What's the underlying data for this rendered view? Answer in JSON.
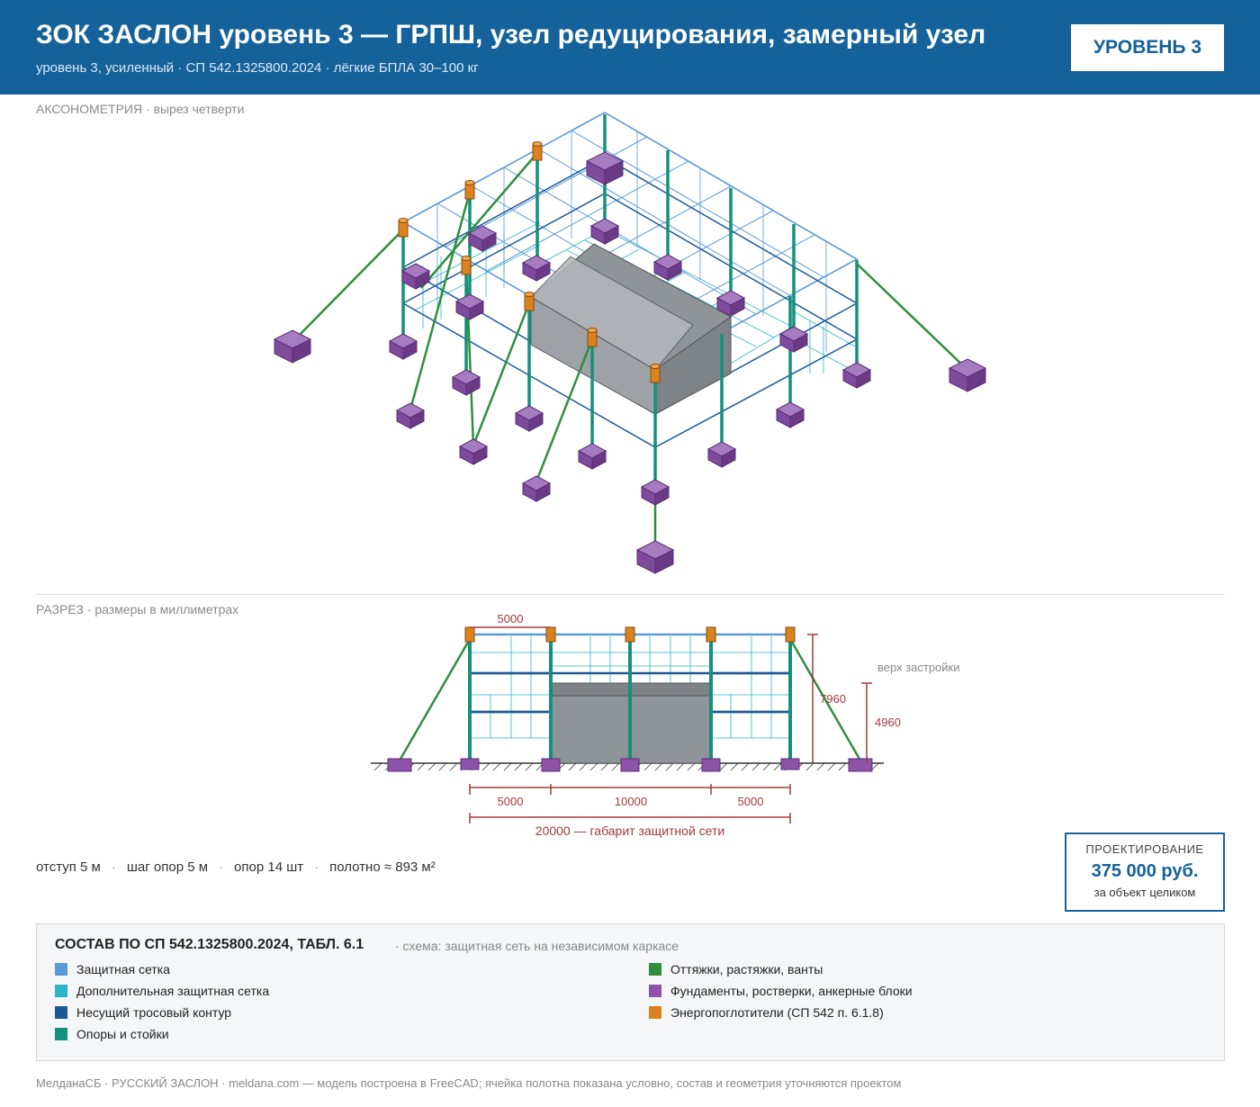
{
  "header": {
    "title": "ЗОК ЗАСЛОН уровень 3 — ГРПШ, узел редуцирования, замерный узел",
    "subtitle": "уровень 3, усиленный · СП 542.1325800.2024 · лёгкие БПЛА 30–100 кг",
    "level_badge": "УРОВЕНЬ 3"
  },
  "axonometry": {
    "label": "АКСОНОМЕТРИЯ",
    "note": "· вырез четверти"
  },
  "section": {
    "label": "РАЗРЕЗ",
    "note": "· размеры в миллиметрах",
    "dim_top": "5000",
    "dim_height_total": "7960",
    "dim_height_building": "4960",
    "label_top_building": "верх застройки",
    "dim_bottom": [
      "5000",
      "10000",
      "5000"
    ],
    "dim_total": "20000 — габарит защитной сети"
  },
  "stats": {
    "offset": "отступ 5 м",
    "step": "шаг опор 5 м",
    "supports": "опор 14 шт",
    "area": "полотно ≈ 893 м²"
  },
  "price": {
    "label": "ПРОЕКТИРОВАНИЕ",
    "value": "375 000 руб.",
    "note": "за объект целиком"
  },
  "legend": {
    "title": "СОСТАВ ПО СП 542.1325800.2024, ТАБЛ. 6.1",
    "note": "· схема: защитная сеть на независимом каркасе",
    "items": [
      {
        "label": "Защитная сетка",
        "color": "#5b9bd5"
      },
      {
        "label": "Дополнительная защитная сетка",
        "color": "#2bb5c8"
      },
      {
        "label": "Несущий тросовый контур",
        "color": "#1c5a96"
      },
      {
        "label": "Опоры и стойки",
        "color": "#15907a"
      },
      {
        "label": "Оттяжки, растяжки, ванты",
        "color": "#2f8f3f"
      },
      {
        "label": "Фундаменты, ростверки, анкерные блоки",
        "color": "#8e52a8"
      },
      {
        "label": "Энергопоглотители (СП 542 п. 6.1.8)",
        "color": "#d9821e"
      }
    ]
  },
  "footer": "МелданаСБ · РУССКИЙ ЗАСЛОН · meldana.com — модель построена в FreeCAD; ячейка полотна показана условно, состав и геометрия уточняются проектом"
}
